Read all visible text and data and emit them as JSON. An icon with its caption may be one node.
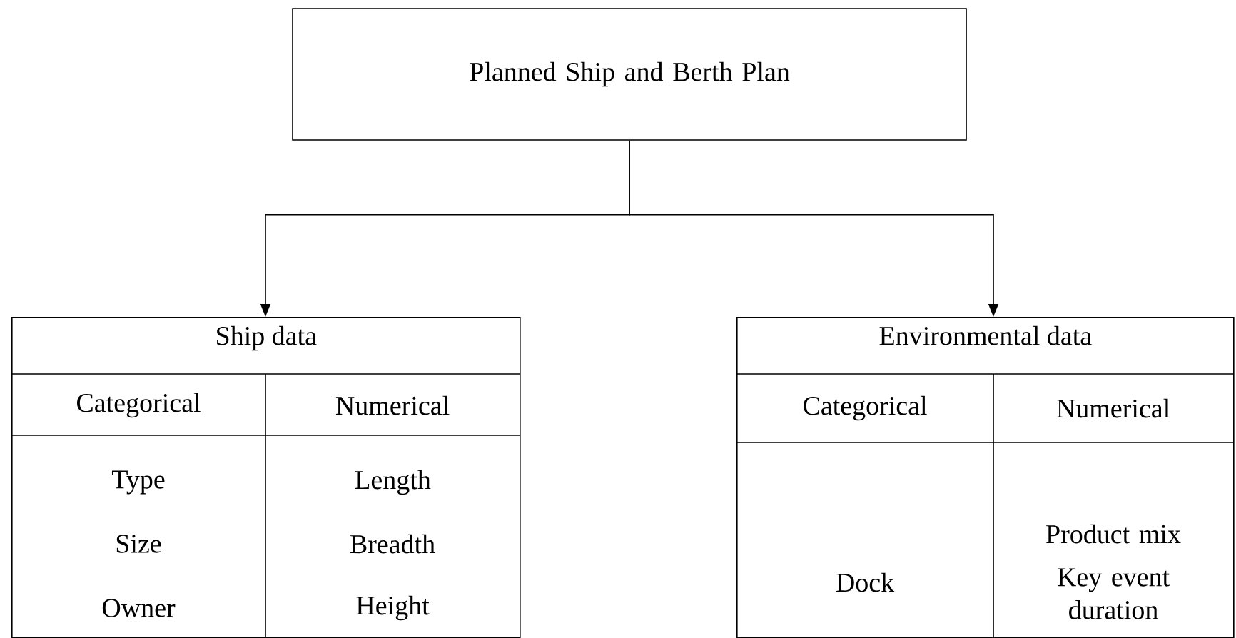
{
  "diagram": {
    "nodes": [
      {
        "text": [
          "Planned Ship and Berth Plan"
        ]
      },
      {
        "text": [
          "Ship data"
        ]
      },
      {
        "text": [
          "Environmental data"
        ]
      }
    ],
    "edges": [
      {
        "from": 0,
        "to": 1,
        "arrow": "to"
      },
      {
        "from": 0,
        "to": 2,
        "arrow": "to"
      }
    ],
    "labels": [
      "Categorical",
      "Numerical",
      "Type",
      "Length",
      "Size",
      "Breadth",
      "Owner",
      "Height",
      "Categorical",
      "Numerical",
      "Dock",
      "Product mix",
      "Key event duration"
    ]
  }
}
